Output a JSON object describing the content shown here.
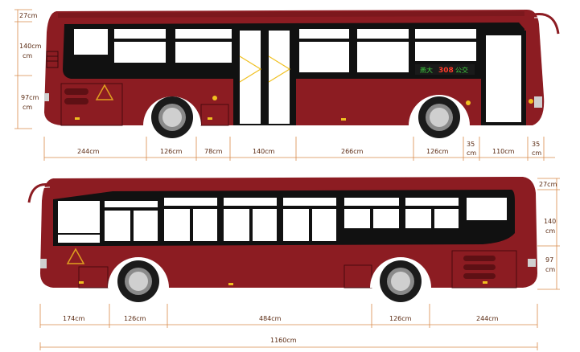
{
  "colors": {
    "body": "#8c1c22",
    "body_dark": "#5e1014",
    "glass": "#ffffff",
    "frame": "#111111",
    "dimension_line": "#d98a4a",
    "dimension_text": "#5a2a12",
    "display_bg": "#1a1a1a",
    "display_text": "#3fd13f",
    "display_route": "#ff3a2a",
    "door_mark": "#f0c020",
    "mirror": "#c0c0c0",
    "tire": "#1b1b1b"
  },
  "destination_sign": {
    "left_text": "燕大",
    "route": "308",
    "right_text": "公交"
  },
  "top_view": {
    "vertical_dims": {
      "roof": "27cm",
      "window": "140cm",
      "window_unit": "cm",
      "lower": "97cm",
      "lower_unit": "cm"
    },
    "horizontal_dims": [
      "244cm",
      "126cm",
      "78cm",
      "140cm",
      "266cm",
      "126cm",
      "35",
      "110cm",
      "35"
    ],
    "small_dims_unit": "cm"
  },
  "bottom_view": {
    "vertical_dims": {
      "roof": "27cm",
      "window": "140",
      "window_unit": "cm",
      "lower": "97",
      "lower_unit": "cm"
    },
    "horizontal_dims": [
      "174cm",
      "126cm",
      "484cm",
      "126cm",
      "244cm"
    ],
    "total_length": "1160cm"
  }
}
